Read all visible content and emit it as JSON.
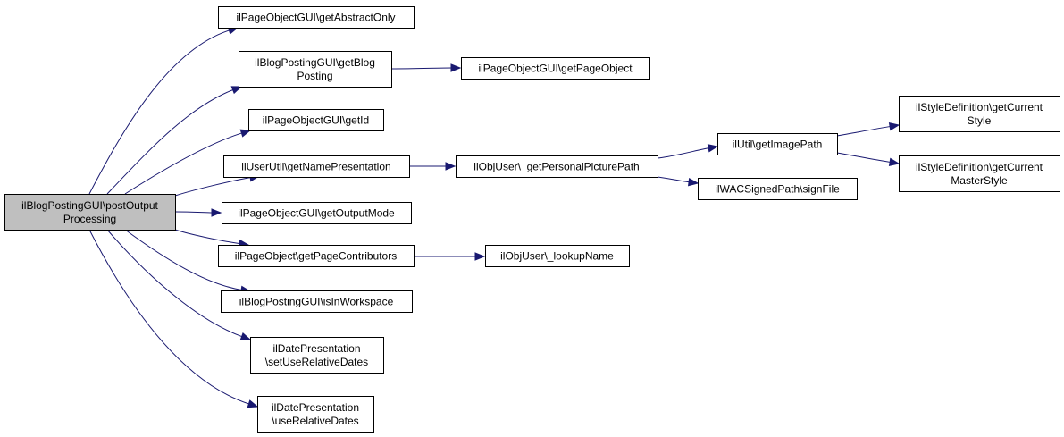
{
  "nodes": [
    {
      "id": "root",
      "lines": [
        "ilBlogPostingGUI\\postOutput",
        "Processing"
      ],
      "fill": "#bfbfbf"
    },
    {
      "id": "getAbstractOnly",
      "lines": [
        "ilPageObjectGUI\\getAbstractOnly"
      ],
      "fill": "#ffffff"
    },
    {
      "id": "getBlogPosting",
      "lines": [
        "ilBlogPostingGUI\\getBlog",
        "Posting"
      ],
      "fill": "#ffffff"
    },
    {
      "id": "getPageObject",
      "lines": [
        "ilPageObjectGUI\\getPageObject"
      ],
      "fill": "#ffffff"
    },
    {
      "id": "getId",
      "lines": [
        "ilPageObjectGUI\\getId"
      ],
      "fill": "#ffffff"
    },
    {
      "id": "getNamePresentation",
      "lines": [
        "ilUserUtil\\getNamePresentation"
      ],
      "fill": "#ffffff"
    },
    {
      "id": "getPersonalPicturePath",
      "lines": [
        "ilObjUser\\_getPersonalPicturePath"
      ],
      "fill": "#ffffff"
    },
    {
      "id": "getImagePath",
      "lines": [
        "ilUtil\\getImagePath"
      ],
      "fill": "#ffffff"
    },
    {
      "id": "getCurrentStyle",
      "lines": [
        "ilStyleDefinition\\getCurrent",
        "Style"
      ],
      "fill": "#ffffff"
    },
    {
      "id": "getCurrentMasterStyle",
      "lines": [
        "ilStyleDefinition\\getCurrent",
        "MasterStyle"
      ],
      "fill": "#ffffff"
    },
    {
      "id": "signFile",
      "lines": [
        "ilWACSignedPath\\signFile"
      ],
      "fill": "#ffffff"
    },
    {
      "id": "getOutputMode",
      "lines": [
        "ilPageObjectGUI\\getOutputMode"
      ],
      "fill": "#ffffff"
    },
    {
      "id": "getPageContributors",
      "lines": [
        "ilPageObject\\getPageContributors"
      ],
      "fill": "#ffffff"
    },
    {
      "id": "lookupName",
      "lines": [
        "ilObjUser\\_lookupName"
      ],
      "fill": "#ffffff"
    },
    {
      "id": "isInWorkspace",
      "lines": [
        "ilBlogPostingGUI\\isInWorkspace"
      ],
      "fill": "#ffffff"
    },
    {
      "id": "setUseRelativeDates",
      "lines": [
        "ilDatePresentation",
        "\\setUseRelativeDates"
      ],
      "fill": "#ffffff"
    },
    {
      "id": "useRelativeDates",
      "lines": [
        "ilDatePresentation",
        "\\useRelativeDates"
      ],
      "fill": "#ffffff"
    }
  ],
  "edges": [
    {
      "from": "root",
      "to": "getAbstractOnly"
    },
    {
      "from": "root",
      "to": "getBlogPosting"
    },
    {
      "from": "root",
      "to": "getId"
    },
    {
      "from": "root",
      "to": "getNamePresentation"
    },
    {
      "from": "root",
      "to": "getOutputMode"
    },
    {
      "from": "root",
      "to": "getPageContributors"
    },
    {
      "from": "root",
      "to": "isInWorkspace"
    },
    {
      "from": "root",
      "to": "setUseRelativeDates"
    },
    {
      "from": "root",
      "to": "useRelativeDates"
    },
    {
      "from": "getBlogPosting",
      "to": "getPageObject"
    },
    {
      "from": "getNamePresentation",
      "to": "getPersonalPicturePath"
    },
    {
      "from": "getPersonalPicturePath",
      "to": "getImagePath"
    },
    {
      "from": "getPersonalPicturePath",
      "to": "signFile"
    },
    {
      "from": "getImagePath",
      "to": "getCurrentStyle"
    },
    {
      "from": "getImagePath",
      "to": "getCurrentMasterStyle"
    },
    {
      "from": "getPageContributors",
      "to": "lookupName"
    }
  ],
  "colors": {
    "edge": "#191970",
    "node_border": "#000000",
    "root_fill": "#bfbfbf"
  }
}
